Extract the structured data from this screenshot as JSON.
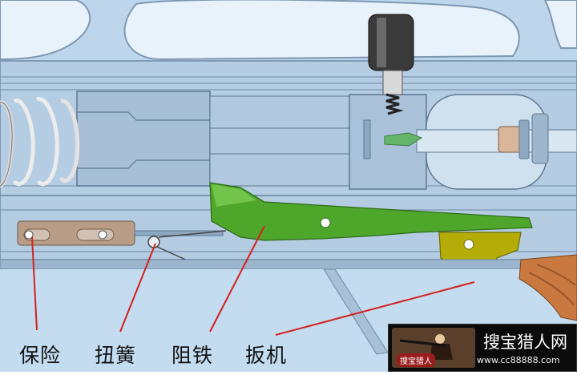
{
  "labels": {
    "safety": "保险",
    "torsion_spring": "扭簧",
    "sear": "阻铁",
    "trigger": "扳机"
  },
  "watermark": {
    "site_name": "搜宝猎人网",
    "url": "www.cc88888.com",
    "logo_text": "搜宝猎人"
  },
  "colors": {
    "background": "#bcd7ee",
    "frame": "#9bb6cf",
    "bolt_body": "#a9c3da",
    "sear": "#4aa428",
    "trigger": "#b7ad08",
    "safety": "#b89c86",
    "stock": "#c9793f",
    "leader_lines": "#d42020"
  }
}
